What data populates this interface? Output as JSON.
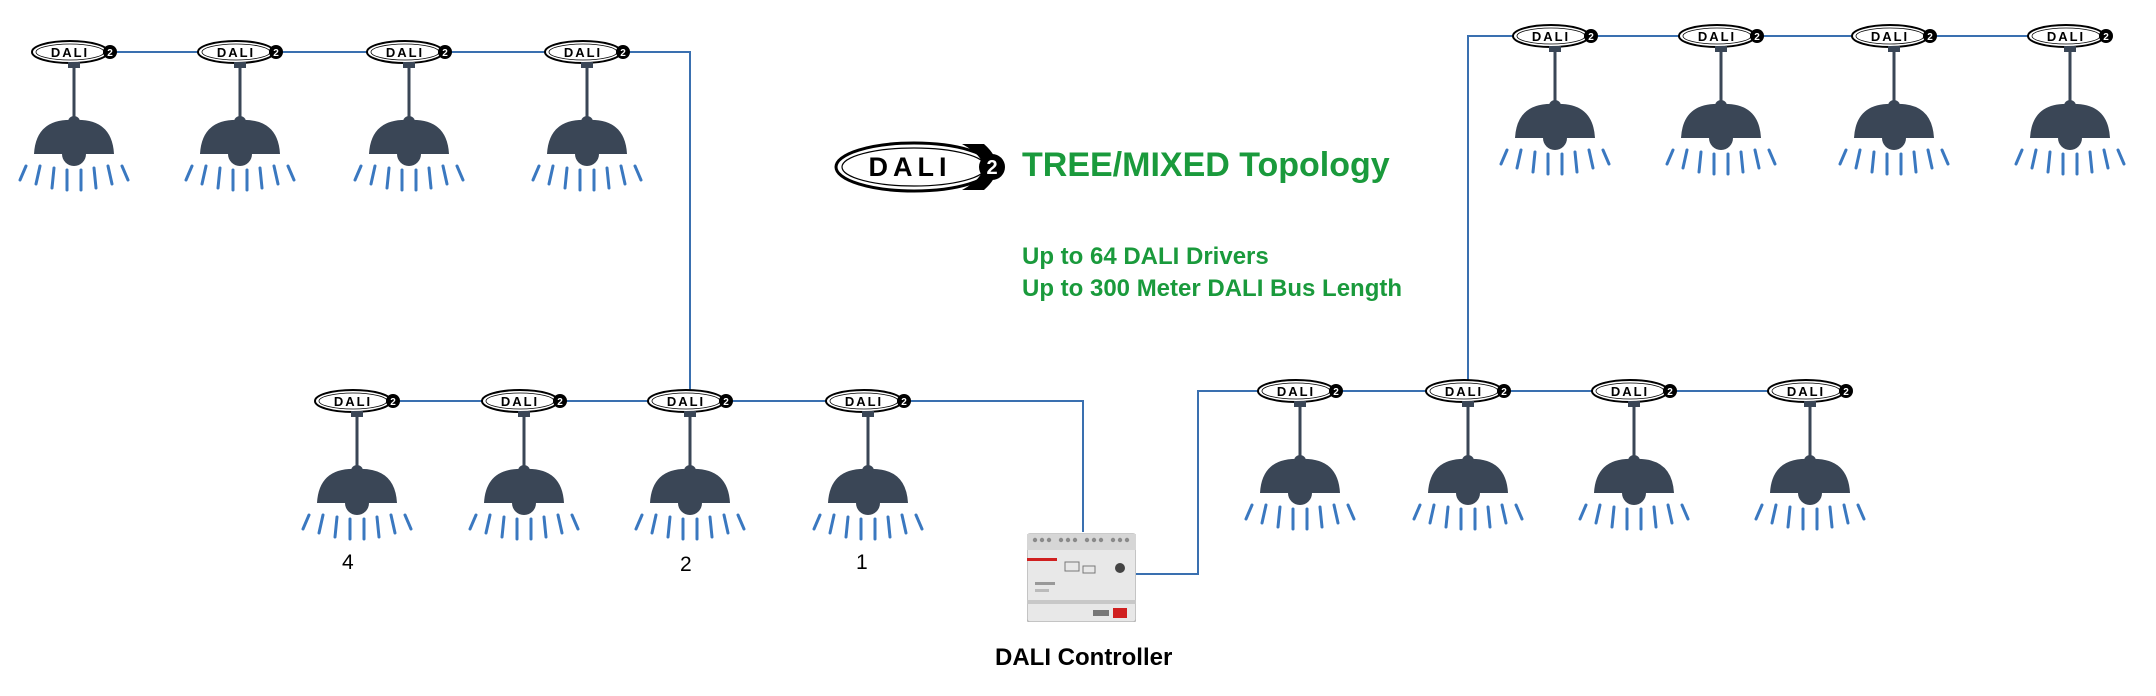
{
  "header": {
    "title": "TREE/MIXED Topology",
    "spec_drivers": "Up to 64 DALI Drivers",
    "spec_length": "Up to 300 Meter DALI Bus Length"
  },
  "logo": {
    "text": "DALI",
    "version": "2"
  },
  "controller": {
    "caption": "DALI Controller"
  },
  "lamp_numbers": [
    "4",
    "2",
    "1"
  ],
  "colors": {
    "accent_green": "#1a9a3c",
    "bus_line": "#3a70b0",
    "lamp_body": "#3a4656",
    "light_rays": "#3a78c0"
  },
  "icons": [
    "dali-logo-icon",
    "pendant-lamp-icon",
    "dali-controller-icon"
  ]
}
